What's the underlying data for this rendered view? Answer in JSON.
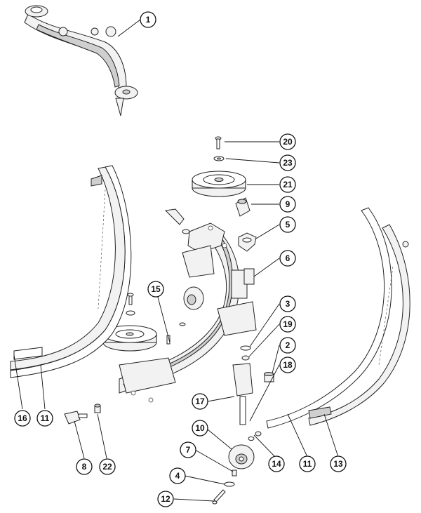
{
  "callouts": [
    {
      "id": "c1",
      "label": "1"
    },
    {
      "id": "c20",
      "label": "20"
    },
    {
      "id": "c23",
      "label": "23"
    },
    {
      "id": "c21",
      "label": "21"
    },
    {
      "id": "c9",
      "label": "9"
    },
    {
      "id": "c5",
      "label": "5"
    },
    {
      "id": "c6",
      "label": "6"
    },
    {
      "id": "c15",
      "label": "15"
    },
    {
      "id": "c3",
      "label": "3"
    },
    {
      "id": "c19",
      "label": "19"
    },
    {
      "id": "c2",
      "label": "2"
    },
    {
      "id": "c18",
      "label": "18"
    },
    {
      "id": "c16",
      "label": "16"
    },
    {
      "id": "c11a",
      "label": "11"
    },
    {
      "id": "c17",
      "label": "17"
    },
    {
      "id": "c10",
      "label": "10"
    },
    {
      "id": "c7",
      "label": "7"
    },
    {
      "id": "c14",
      "label": "14"
    },
    {
      "id": "c11b",
      "label": "11"
    },
    {
      "id": "c13",
      "label": "13"
    },
    {
      "id": "c8",
      "label": "8"
    },
    {
      "id": "c22",
      "label": "22"
    },
    {
      "id": "c4",
      "label": "4"
    },
    {
      "id": "c12",
      "label": "12"
    }
  ]
}
